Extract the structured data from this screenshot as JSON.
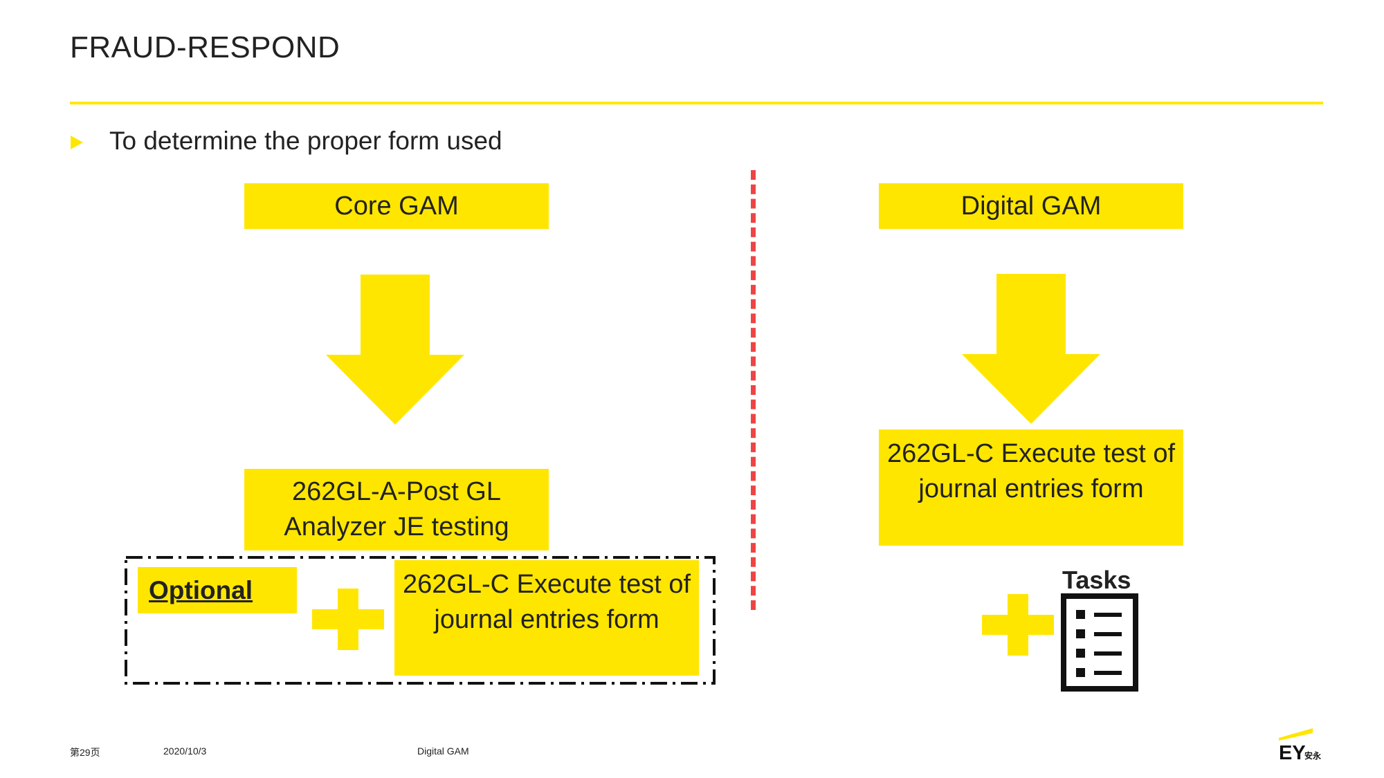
{
  "title": "FRAUD-RESPOND",
  "bullet": "To determine the proper form used",
  "left": {
    "header": "Core GAM",
    "result": "262GL-A-Post GL Analyzer JE testing",
    "optional_label": "Optional",
    "optional_form": "262GL-C Execute test of journal entries form"
  },
  "right": {
    "header": "Digital GAM",
    "result": "262GL-C Execute test of journal entries form",
    "tasks_label": "Tasks"
  },
  "footer": {
    "page": "第29页",
    "date": "2020/10/3",
    "section": "Digital GAM"
  },
  "logo": {
    "text": "EY",
    "subtext": "安永"
  },
  "colors": {
    "accent_yellow": "#ffe600",
    "divider_red": "#ee4444",
    "text_dark": "#222222"
  },
  "icons": [
    "bullet-arrow-icon",
    "down-arrow-icon",
    "plus-icon",
    "task-list-icon",
    "ey-logo"
  ]
}
